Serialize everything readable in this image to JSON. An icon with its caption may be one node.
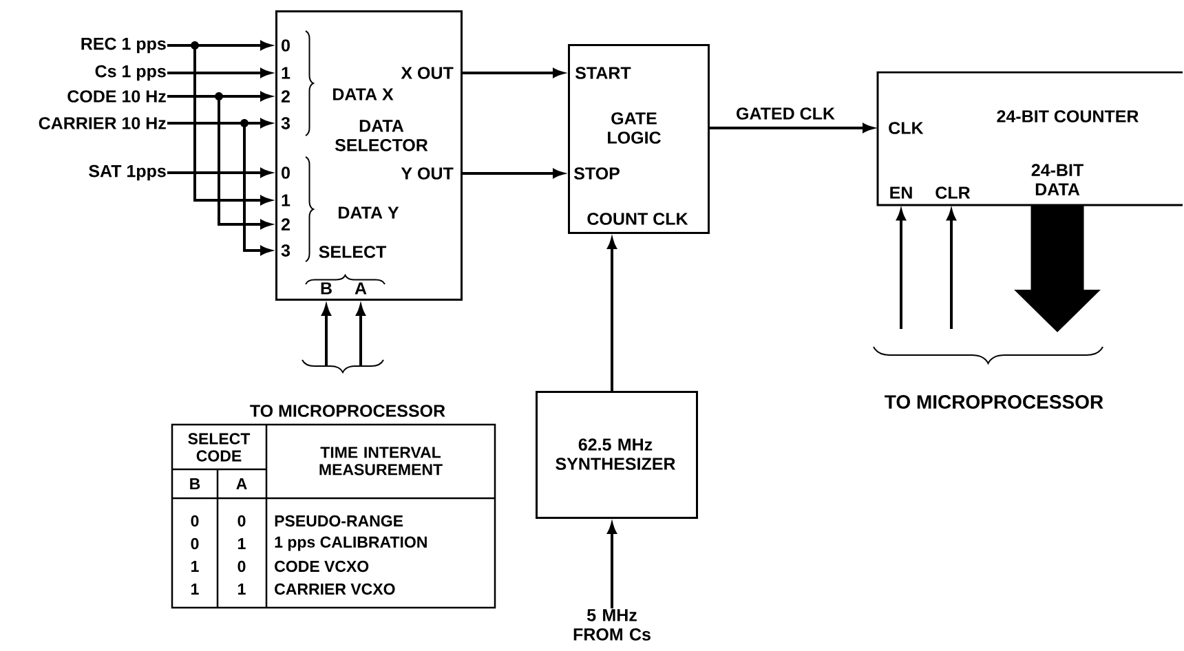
{
  "diagram": {
    "nodes": [
      {
        "text": [
          "REC 1 pps"
        ]
      },
      {
        "text": [
          "Cs 1 pps"
        ]
      },
      {
        "text": [
          "CODE 10 Hz"
        ]
      },
      {
        "text": [
          "CARRIER 10 Hz"
        ]
      },
      {
        "text": [
          "SAT 1pps"
        ]
      },
      {
        "text": [
          "0",
          "1",
          "2",
          "3",
          "DATA X",
          "X OUT",
          "DATA SELECTOR",
          "0",
          "1",
          "2",
          "3",
          "DATA Y",
          "Y OUT",
          "SELECT",
          "B",
          "A"
        ]
      },
      {
        "text": [
          "START",
          "GATE LOGIC",
          "STOP",
          "COUNT CLK"
        ]
      },
      {
        "text": [
          "CLK",
          "24-BIT COUNTER",
          "EN",
          "CLR",
          "24-BIT DATA"
        ]
      },
      {
        "text": [
          "62.5 MHz SYNTHESIZER"
        ]
      },
      {
        "text": [
          "5 MHz FROM Cs"
        ]
      }
    ],
    "edges": [
      {
        "from": 0,
        "to": 5,
        "arrow": "to"
      },
      {
        "from": 0,
        "to": 5,
        "arrow": "to"
      },
      {
        "from": 1,
        "to": 5,
        "arrow": "to"
      },
      {
        "from": 2,
        "to": 5,
        "arrow": "to"
      },
      {
        "from": 2,
        "to": 5,
        "arrow": "to"
      },
      {
        "from": 3,
        "to": 5,
        "arrow": "to"
      },
      {
        "from": 3,
        "to": 5,
        "arrow": "to"
      },
      {
        "from": 4,
        "to": 5,
        "arrow": "to"
      },
      {
        "from": 5,
        "to": 6,
        "arrow": "to"
      },
      {
        "from": 5,
        "to": 6,
        "arrow": "to"
      },
      {
        "from": null,
        "to": 5,
        "arrow": "to"
      },
      {
        "from": null,
        "to": 5,
        "arrow": "to"
      },
      {
        "from": 6,
        "to": 7,
        "arrow": "to",
        "label": "GATED CLK"
      },
      {
        "from": 8,
        "to": 6,
        "arrow": "to"
      },
      {
        "from": 9,
        "to": 8,
        "arrow": "to"
      },
      {
        "from": null,
        "to": 7,
        "arrow": "to"
      },
      {
        "from": null,
        "to": 7,
        "arrow": "to"
      },
      {
        "from": 7,
        "to": null,
        "arrow": "to",
        "style": "thick"
      }
    ],
    "labels": [
      "TO MICROPROCESSOR",
      "TO MICROPROCESSOR",
      "SELECT CODE",
      "TIME INTERVAL MEASUREMENT",
      "B",
      "A",
      "0",
      "0",
      "PSEUDO-RANGE",
      "0",
      "1",
      "1 pps CALIBRATION",
      "1",
      "0",
      "CODE VCXO",
      "1",
      "1",
      "CARRIER VCXO"
    ]
  }
}
